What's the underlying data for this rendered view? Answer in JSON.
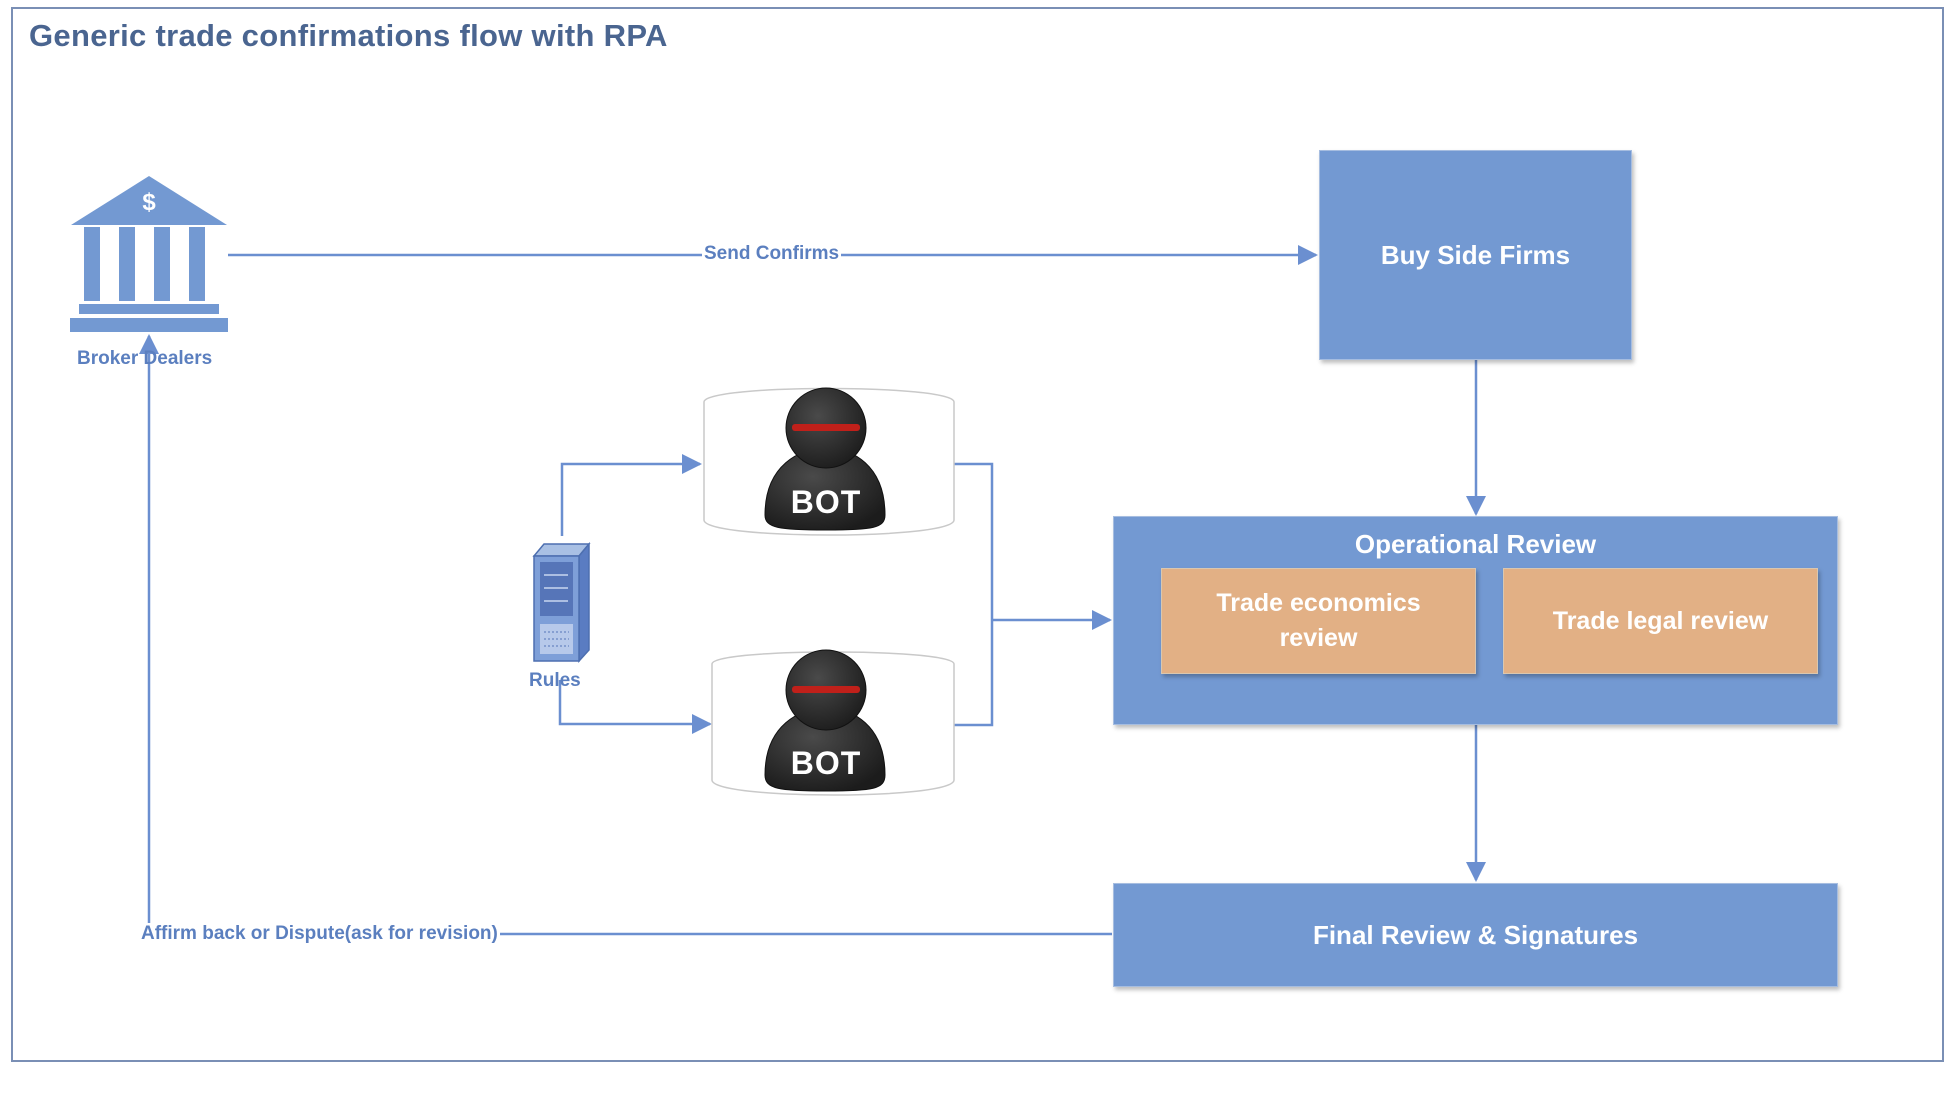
{
  "title": "Generic trade confirmations flow with RPA",
  "nodes": {
    "broker": {
      "label": "Broker Dealers",
      "icon": "bank-icon"
    },
    "buyside": {
      "label": "Buy Side Firms"
    },
    "rules": {
      "label": "Rules",
      "icon": "server-icon"
    },
    "bot_top": {
      "label": "BOT",
      "icon": "bot-icon"
    },
    "bot_bottom": {
      "label": "BOT",
      "icon": "bot-icon"
    },
    "ops_review": {
      "label": "Operational Review",
      "children": [
        {
          "label": "Trade economics review"
        },
        {
          "label": "Trade legal review"
        }
      ]
    },
    "final_review": {
      "label": "Final Review & Signatures"
    }
  },
  "edges": [
    {
      "from": "broker",
      "to": "buyside",
      "label": "Send Confirms"
    },
    {
      "from": "buyside",
      "to": "ops_review",
      "label": ""
    },
    {
      "from": "rules",
      "to": "bot_top",
      "label": ""
    },
    {
      "from": "rules",
      "to": "bot_bottom",
      "label": ""
    },
    {
      "from": "bot_top",
      "to": "ops_review",
      "label": ""
    },
    {
      "from": "bot_bottom",
      "to": "ops_review",
      "label": ""
    },
    {
      "from": "ops_review",
      "to": "final_review",
      "label": ""
    },
    {
      "from": "final_review",
      "to": "broker",
      "label": "Affirm back or Dispute(ask for revision)"
    }
  ],
  "colors": {
    "frame": "#7a8fb5",
    "title": "#4a6590",
    "box_fill": "#7399d2",
    "sub_box_fill": "#e2b085",
    "line": "#6b8fd0",
    "label": "#5b7fbf",
    "bot_body": "#2d2d2d",
    "bot_visor": "#c0201a"
  }
}
